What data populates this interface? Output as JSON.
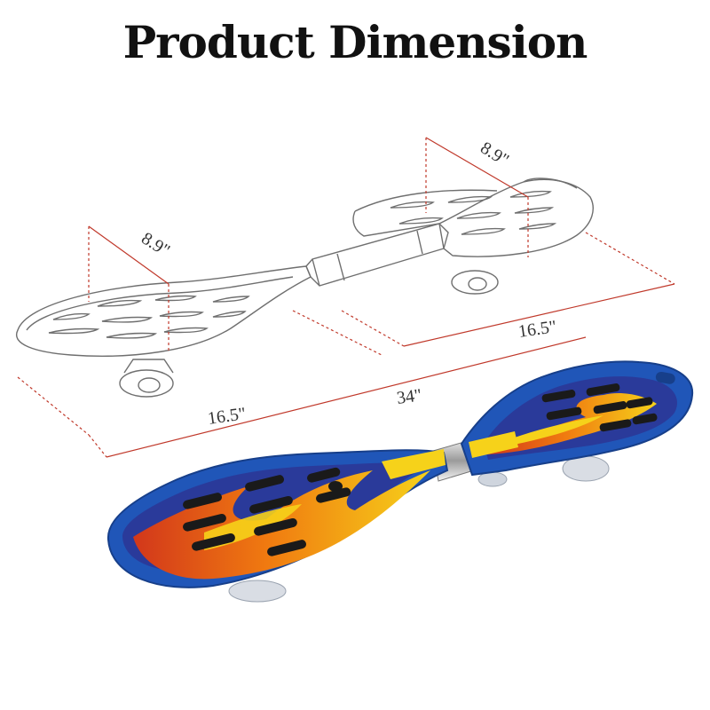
{
  "title": "Product Dimension",
  "dimensions": {
    "height_left": "8.9\"",
    "height_right": "8.9\"",
    "deck_left": "16.5\"",
    "deck_right": "16.5\"",
    "total_length": "34\""
  },
  "colors": {
    "dimension_line": "#c0392b",
    "outline": "#6f6f6f",
    "deck_blue": "#2056b8",
    "flame_orange": "#f07a10",
    "flame_yellow": "#f6d21a",
    "grip_black": "#1a1a1a"
  }
}
